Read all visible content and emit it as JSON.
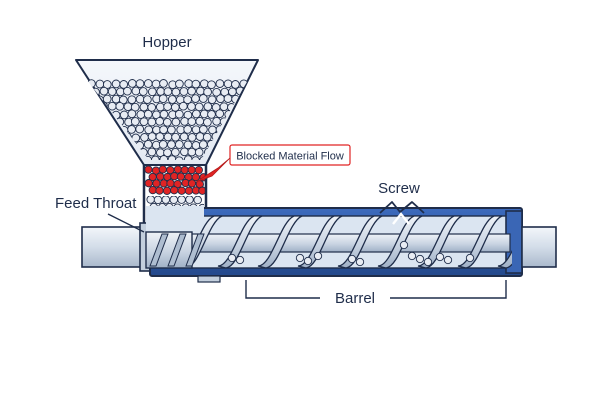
{
  "labels": {
    "hopper": "Hopper",
    "blocked_flow": "Blocked Material Flow",
    "screw": "Screw",
    "feed_throat": "Feed Throat",
    "barrel": "Barrel"
  },
  "colors": {
    "outline": "#1f2d4a",
    "barrel_blue": "#2f5aa8",
    "blocked_red": "#e02424",
    "pellet_fill": "#e8ecf3",
    "steel_light": "#dfe7f1"
  }
}
